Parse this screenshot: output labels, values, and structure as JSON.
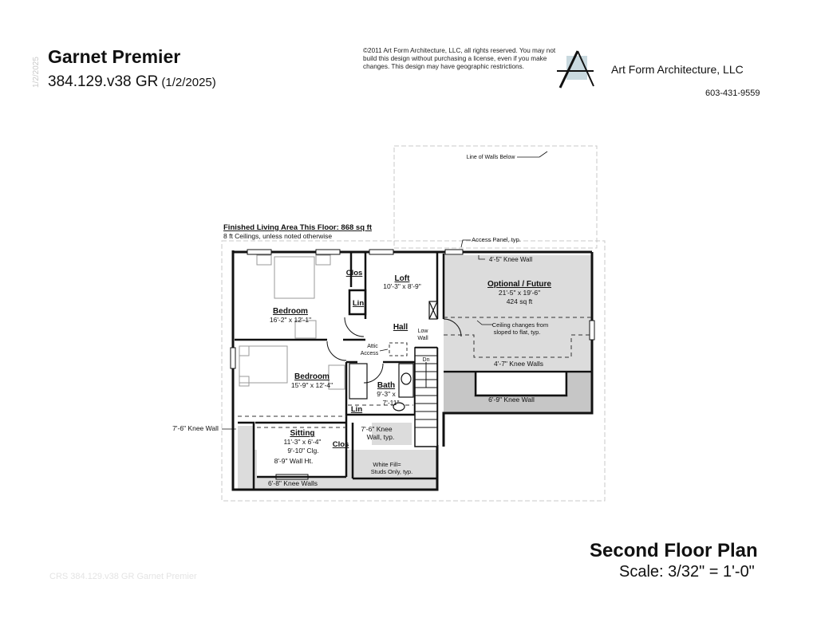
{
  "header": {
    "vertical_date": "1/2/2025",
    "title": "Garnet Premier",
    "plan_number": "384.129.v38 GR",
    "date": "(1/2/2025)",
    "copyright": "©2011 Art Form Architecture, LLC, all rights reserved. You may not build this design without purchasing a license, even if you make changes. This design may have geographic restrictions.",
    "company": "Art Form Architecture, LLC",
    "phone": "603-431-9559",
    "logo_accent_color": "#c9d9df"
  },
  "plan": {
    "area_heading": "Finished Living Area This Floor: 868 sq ft",
    "ceiling_note": "8 ft Ceilings, unless noted otherwise",
    "rooms": [
      {
        "name": "Bedroom",
        "dims": "16'-2\" x 12'-1\""
      },
      {
        "name": "Loft",
        "dims": "10'-3\" x 8'-9\""
      },
      {
        "name": "Optional / Future",
        "dims": "21'-5\" x 19'-6\"",
        "area": "424 sq ft"
      },
      {
        "name": "Bedroom",
        "dims": "15'-9\" x 12'-4\""
      },
      {
        "name": "Bath",
        "dims": "9'-3\" x",
        "dims2": "7'-11\""
      },
      {
        "name": "Sitting",
        "dims": "11'-3\" x 6'-4\"",
        "ceiling": "9'-10\" Clg."
      },
      {
        "name": "Hall"
      },
      {
        "name": "Clos"
      },
      {
        "name": "Lin"
      },
      {
        "name": "Lin"
      },
      {
        "name": "Clos"
      }
    ],
    "annotations": {
      "line_of_walls": "Line of Walls Below",
      "access_panel": "Access Panel, typ.",
      "knee_4_5": "4'-5\" Knee Wall",
      "ceiling_changes_1": "Ceiling changes from",
      "ceiling_changes_2": "sloped to flat, typ.",
      "knee_4_7": "4'-7\" Knee Walls",
      "knee_6_9": "6'-9\" Knee Wall",
      "low_wall_1": "Low",
      "low_wall_2": "Wall",
      "attic_1": "Attic",
      "attic_2": "Access",
      "dn": "Dn",
      "knee_7_6_left": "7'-6\" Knee Wall",
      "knee_7_6_typ_1": "7'-6\" Knee",
      "knee_7_6_typ_2": "Wall, typ.",
      "wall_ht": "8'-9\" Wall Ht.",
      "white_fill_1": "White Fill=",
      "white_fill_2": "Studs Only, typ.",
      "knee_6_8": "6'-8\" Knee Walls"
    }
  },
  "footer": {
    "plan_title": "Second Floor Plan",
    "scale": "Scale: 3/32\" = 1'-0\"",
    "watermark": "CRS 384.129.v38 GR Garnet Premier"
  }
}
